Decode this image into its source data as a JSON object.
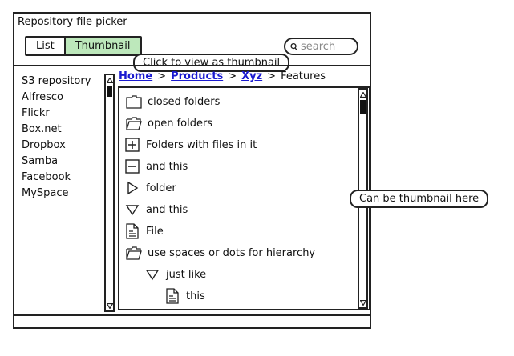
{
  "window": {
    "title": "Repository file picker"
  },
  "toolbar": {
    "tabs": [
      {
        "label": "List"
      },
      {
        "label": "Thumbnail"
      }
    ],
    "search_placeholder": "search"
  },
  "callouts": {
    "thumbnail": "Click to view as thumbnail",
    "panel": "Can be thumbnail here"
  },
  "sidebar": {
    "items": [
      {
        "label": "S3 repository"
      },
      {
        "label": "Alfresco"
      },
      {
        "label": "Flickr"
      },
      {
        "label": "Box.net"
      },
      {
        "label": "Dropbox"
      },
      {
        "label": "Samba"
      },
      {
        "label": "Facebook"
      },
      {
        "label": "MySpace"
      }
    ]
  },
  "breadcrumb": {
    "links": [
      {
        "label": "Home"
      },
      {
        "label": "Products"
      },
      {
        "label": "Xyz"
      }
    ],
    "current": "Features",
    "separator": ">"
  },
  "files": {
    "rows": [
      {
        "label": "closed folders",
        "icon": "folder-closed-icon"
      },
      {
        "label": "open folders",
        "icon": "folder-open-icon"
      },
      {
        "label": "Folders with files in it",
        "icon": "plus-box-icon"
      },
      {
        "label": "and this",
        "icon": "minus-box-icon"
      },
      {
        "label": "folder",
        "icon": "triangle-right-icon"
      },
      {
        "label": "and this",
        "icon": "triangle-down-icon"
      },
      {
        "label": "File",
        "icon": "file-icon"
      },
      {
        "label": "use spaces or dots for hierarchy",
        "icon": "folder-open-icon"
      },
      {
        "label": "just like",
        "icon": "triangle-down-icon"
      },
      {
        "label": "this",
        "icon": "file-icon"
      }
    ]
  },
  "colors": {
    "active_tab": "#bde8bb",
    "link": "#1a1ad0"
  }
}
